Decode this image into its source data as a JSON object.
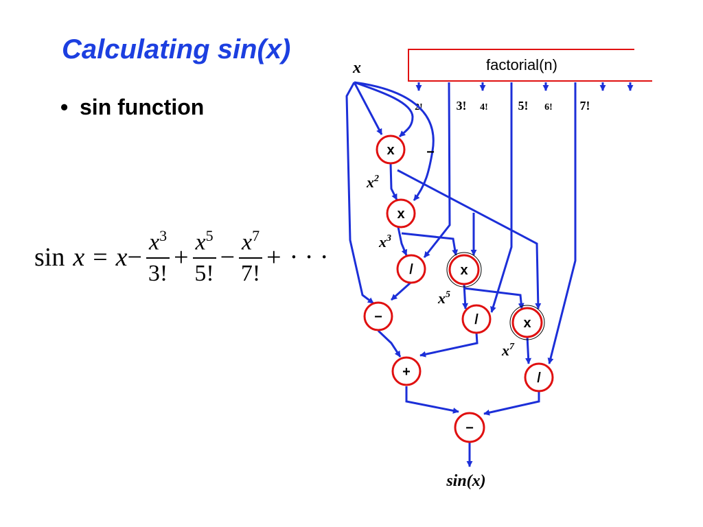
{
  "slide": {
    "title": "Calculating sin(x)",
    "bullet": "sin function",
    "bullet_symbol": "•"
  },
  "formula": {
    "sin": "sin",
    "x": "x",
    "eq": "=",
    "minus": "−",
    "plus": "+",
    "pow3": "3",
    "pow5": "5",
    "pow7": "7",
    "den3": "3!",
    "den5": "5!",
    "den7": "7!",
    "dots": "· · ·"
  },
  "diagram": {
    "input_label": "x",
    "factorial_box": "factorial(n)",
    "factorial_labels": [
      "2!",
      "3!",
      "4!",
      "5!",
      "6!",
      "7!"
    ],
    "minus_mark": "−",
    "power_labels": {
      "x": "x",
      "p2": "2",
      "p3": "3",
      "p5": "5",
      "p7": "7"
    },
    "nodes": {
      "mul1": "x",
      "mul2": "x",
      "mul3": "x",
      "mul4": "x",
      "div3": "/",
      "div5": "/",
      "div7": "/",
      "sub1": "−",
      "add1": "+",
      "sub2": "−"
    },
    "output_label": "sin(x)",
    "colors": {
      "node_stroke": "#e01010",
      "wire": "#1c2fd8",
      "box_stroke": "#e01010",
      "title": "#1c3fe0"
    }
  }
}
